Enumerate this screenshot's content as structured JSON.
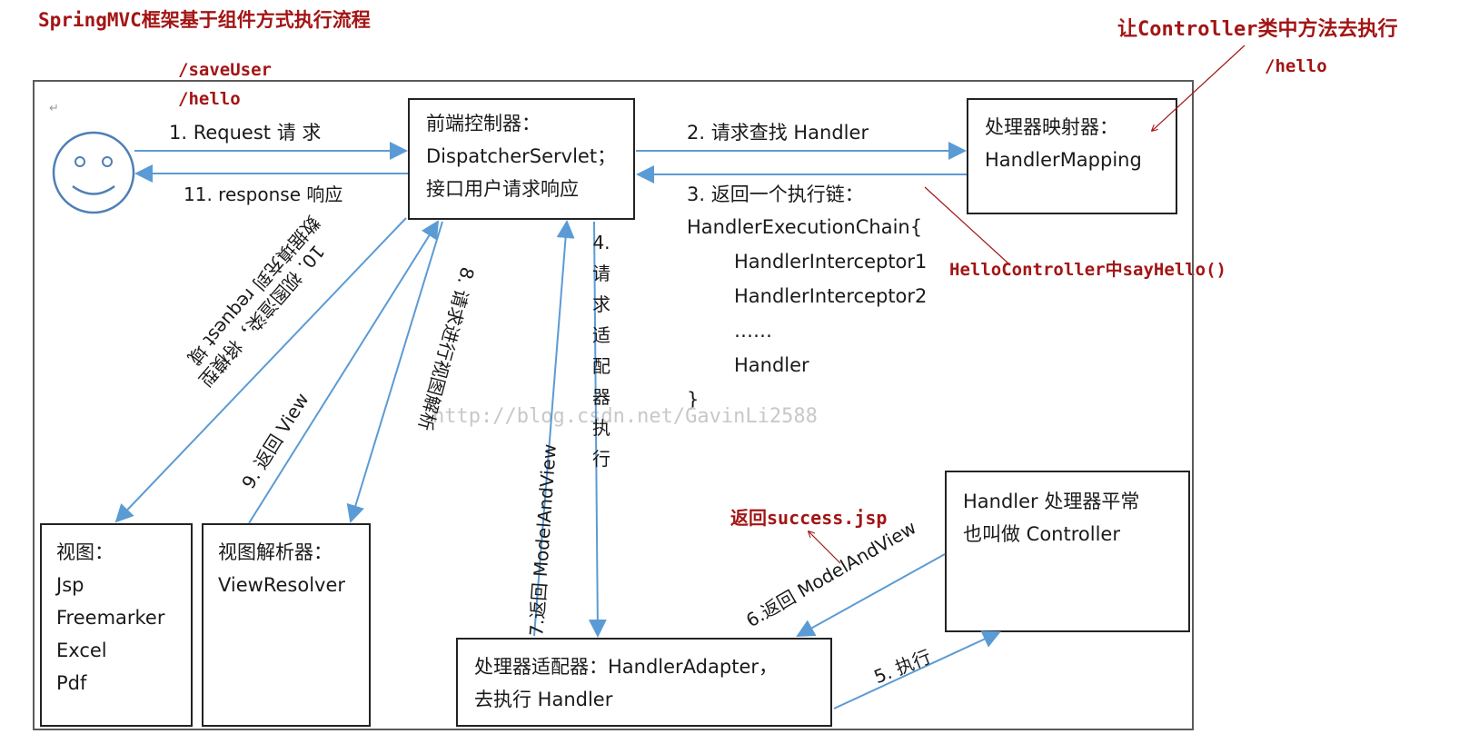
{
  "title": "SpringMVC框架基于组件方式执行流程",
  "annotations": {
    "save_user": "/saveUser",
    "hello": "/hello",
    "controller_method": "让Controller类中方法去执行",
    "hello_right": "/hello",
    "hello_controller": "HelloController中sayHello()",
    "return_success": "返回success.jsp"
  },
  "watermark": "http://blog.csdn.net/GavinLi2588",
  "pilcrow": "↵",
  "nodes": {
    "user": {
      "name": "user-smiley"
    },
    "dispatcher": {
      "lines": [
        "前端控制器：",
        "DispatcherServlet；",
        "接口用户请求响应"
      ]
    },
    "handler_mapping": {
      "lines": [
        "处理器映射器：",
        "HandlerMapping"
      ]
    },
    "handler": {
      "lines": [
        "Handler  处理器平常",
        "也叫做 Controller"
      ]
    },
    "handler_adapter": {
      "lines": [
        "处理器适配器：HandlerAdapter，",
        "去执行 Handler"
      ]
    },
    "view_resolver": {
      "lines": [
        "视图解析器：",
        "ViewResolver"
      ]
    },
    "view": {
      "lines": [
        "视图：",
        "Jsp",
        "Freemarker",
        "Excel",
        "Pdf"
      ]
    }
  },
  "chain": {
    "label": "3.  返回一个执行链：",
    "lines": [
      "HandlerExecutionChain{",
      "HandlerInterceptor1",
      "HandlerInterceptor2",
      "……",
      "Handler",
      "}"
    ]
  },
  "edges": [
    {
      "id": "e1",
      "label": "1.   Request  请 求"
    },
    {
      "id": "e11",
      "label": "11. response  响应"
    },
    {
      "id": "e2",
      "label": "2.  请求查找 Handler"
    },
    {
      "id": "e4",
      "label": "4. 请 求 适 配 器 执 行"
    },
    {
      "id": "e5",
      "label": "5.  执行"
    },
    {
      "id": "e6",
      "label": "6.返回 ModelAndView"
    },
    {
      "id": "e7",
      "label": "7.返回 ModelAndView"
    },
    {
      "id": "e8",
      "label": "8. 请求进行视图解析"
    },
    {
      "id": "e9",
      "label": "9. 返回 View"
    },
    {
      "id": "e10a",
      "label": "10. 视图渲染，将模型"
    },
    {
      "id": "e10b",
      "label": "数据填充到 request 域"
    }
  ],
  "colors": {
    "arrow": "#5b9bd5",
    "annotation": "#a31515",
    "frame": "#5a5a5a"
  }
}
